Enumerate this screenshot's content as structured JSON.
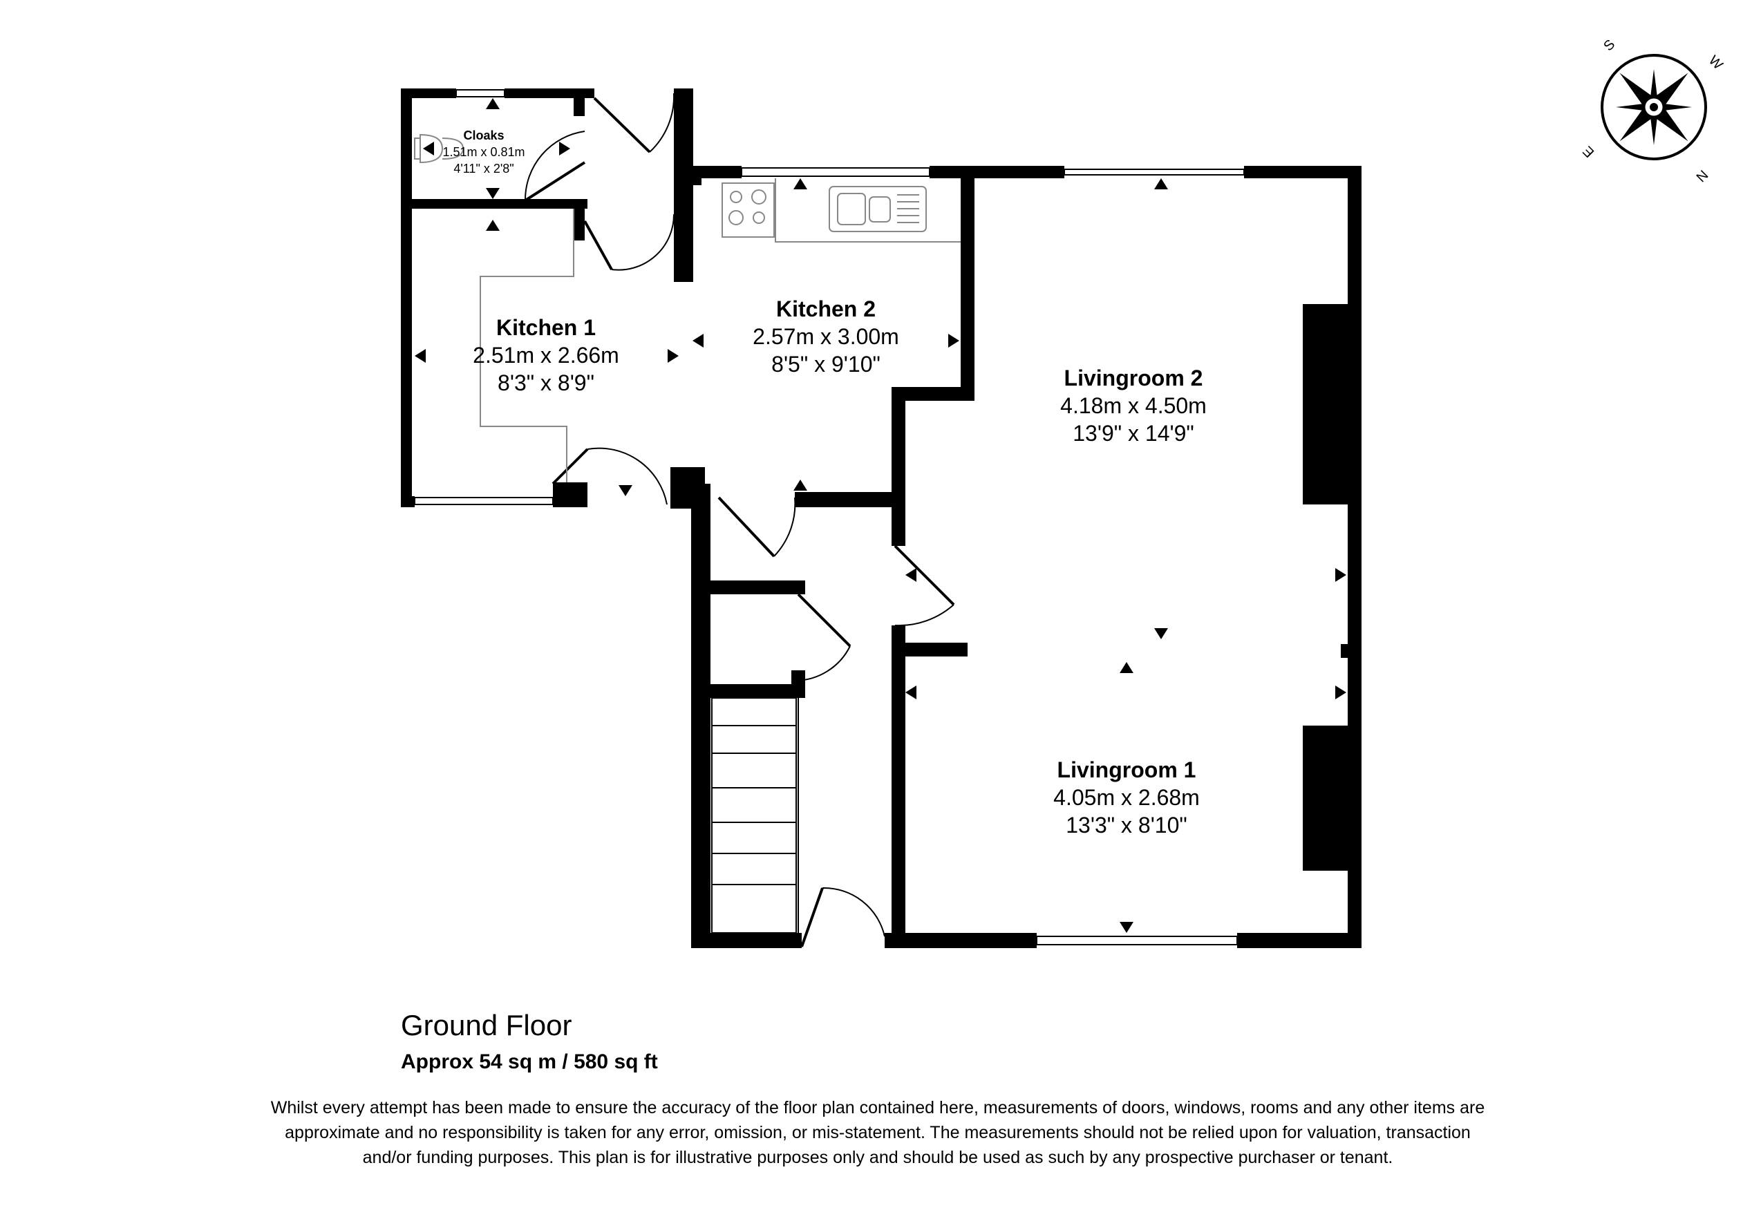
{
  "floor": {
    "title": "Ground Floor",
    "area": "Approx 54 sq m / 580 sq ft"
  },
  "rooms": {
    "cloaks": {
      "name": "Cloaks",
      "metric": "1.51m x 0.81m",
      "imperial": "4'11\" x 2'8\""
    },
    "kitchen1": {
      "name": "Kitchen 1",
      "metric": "2.51m x 2.66m",
      "imperial": "8'3\" x 8'9\""
    },
    "kitchen2": {
      "name": "Kitchen 2",
      "metric": "2.57m x 3.00m",
      "imperial": "8'5\" x 9'10\""
    },
    "livingroom2": {
      "name": "Livingroom 2",
      "metric": "4.18m x 4.50m",
      "imperial": "13'9\" x 14'9\""
    },
    "livingroom1": {
      "name": "Livingroom 1",
      "metric": "4.05m x 2.68m",
      "imperial": "13'3\" x 8'10\""
    }
  },
  "compass": {
    "n": "N",
    "s": "S",
    "e": "E",
    "w": "W"
  },
  "disclaimer": "Whilst every attempt has been made to ensure the accuracy of the floor plan contained here, measurements of doors, windows, rooms and any other items are approximate and no responsibility is taken for any error, omission, or mis-statement. The measurements should not be relied upon for valuation, transaction and/or funding purposes. This plan is for illustrative purposes only and should be used as such by any prospective purchaser or tenant.",
  "colors": {
    "wall": "#000000",
    "background": "#ffffff",
    "fixture": "#888888"
  }
}
